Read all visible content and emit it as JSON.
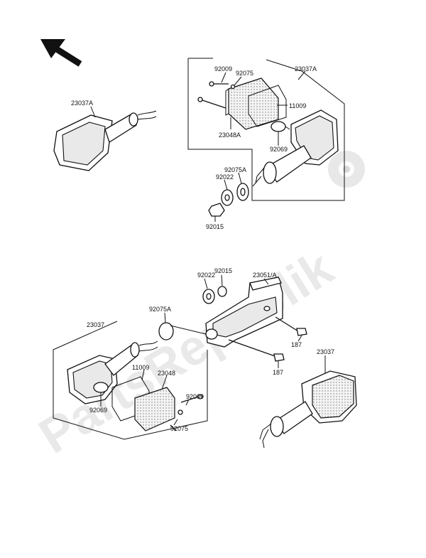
{
  "watermark": {
    "text": "PartsRepublik"
  },
  "labels": {
    "a": "23037A",
    "b": "92009",
    "c": "92075",
    "d": "23037A",
    "e": "11009",
    "f": "23048A",
    "g": "92069",
    "h": "92075A",
    "i": "92022",
    "j": "92015",
    "k": "92022",
    "l": "92015",
    "m": "23051/A",
    "n": "92075A",
    "o": "23037",
    "p": "187",
    "q": "11009",
    "r": "23048",
    "s": "187",
    "t": "23037",
    "u": "92009",
    "v": "92069",
    "w": "92075"
  },
  "icons": {
    "arrow": "direction-arrow-icon",
    "logo": "gear-logo-icon"
  }
}
